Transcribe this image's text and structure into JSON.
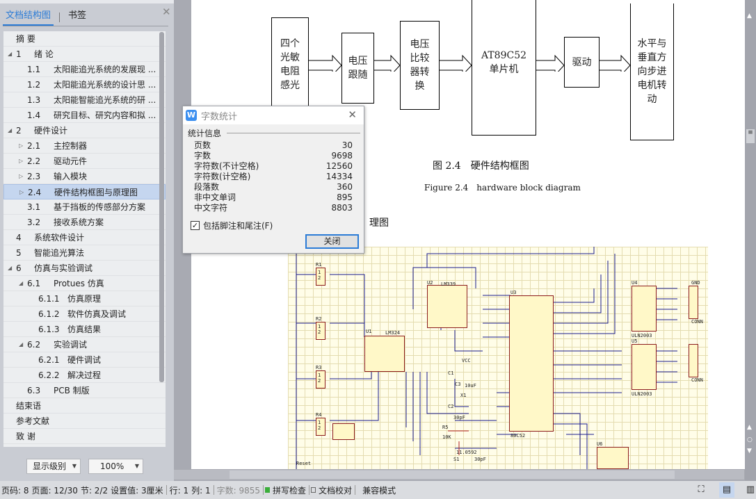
{
  "sidebar": {
    "tabs": [
      "文档结构图",
      "书签"
    ],
    "items": [
      {
        "num": "",
        "label": "摘  要",
        "level": 0,
        "arrow": ""
      },
      {
        "num": "1",
        "label": "绪  论",
        "level": 0,
        "arrow": "◢"
      },
      {
        "num": "1.1",
        "label": "太阳能追光系统的发展现 ...",
        "level": 1,
        "arrow": ""
      },
      {
        "num": "1.2",
        "label": "太阳能追光系统的设计思 ...",
        "level": 1,
        "arrow": ""
      },
      {
        "num": "1.3",
        "label": "太阳能智能追光系统的研 ...",
        "level": 1,
        "arrow": ""
      },
      {
        "num": "1.4",
        "label": "研究目标、研究内容和拟 ...",
        "level": 1,
        "arrow": ""
      },
      {
        "num": "2",
        "label": "硬件设计",
        "level": 0,
        "arrow": "◢"
      },
      {
        "num": "2.1",
        "label": "主控制器",
        "level": 1,
        "arrow": "▷"
      },
      {
        "num": "2.2",
        "label": "驱动元件",
        "level": 1,
        "arrow": "▷"
      },
      {
        "num": "2.3",
        "label": "输入模块",
        "level": 1,
        "arrow": "▷"
      },
      {
        "num": "2.4",
        "label": "硬件结构框图与原理图",
        "level": 1,
        "arrow": "▷",
        "selected": true
      },
      {
        "num": "3.1",
        "label": "基于挡板的传感部分方案",
        "level": 1,
        "arrow": ""
      },
      {
        "num": "3.2",
        "label": "接收系统方案",
        "level": 1,
        "arrow": ""
      },
      {
        "num": "4",
        "label": "系统软件设计",
        "level": 0,
        "arrow": ""
      },
      {
        "num": "5",
        "label": "智能追光算法",
        "level": 0,
        "arrow": ""
      },
      {
        "num": "6",
        "label": "仿真与实验调试",
        "level": 0,
        "arrow": "◢"
      },
      {
        "num": "6.1",
        "label": "Protues 仿真",
        "level": 1,
        "arrow": "◢"
      },
      {
        "num": "6.1.1",
        "label": "仿真原理",
        "level": 2,
        "arrow": ""
      },
      {
        "num": "6.1.2",
        "label": "软件仿真及调试",
        "level": 2,
        "arrow": ""
      },
      {
        "num": "6.1.3",
        "label": "仿真结果",
        "level": 2,
        "arrow": ""
      },
      {
        "num": "6.2",
        "label": "实验调试",
        "level": 1,
        "arrow": "◢"
      },
      {
        "num": "6.2.1",
        "label": "硬件调试",
        "level": 2,
        "arrow": ""
      },
      {
        "num": "6.2.2",
        "label": "解决过程",
        "level": 2,
        "arrow": ""
      },
      {
        "num": "6.3",
        "label": "PCB 制版",
        "level": 1,
        "arrow": ""
      },
      {
        "num": "",
        "label": "结束语",
        "level": 0,
        "arrow": ""
      },
      {
        "num": "",
        "label": "参考文献",
        "level": 0,
        "arrow": ""
      },
      {
        "num": "",
        "label": "致  谢",
        "level": 0,
        "arrow": ""
      }
    ],
    "level_select": "显示级别",
    "zoom_select": "100%"
  },
  "document": {
    "blocks": [
      "四个光敏电阻感光",
      "电压跟随",
      "电压比较器转换",
      "AT89C52单片机",
      "驱动",
      "水平与垂直方向步进电机转动"
    ],
    "block_lines": [
      [
        "四个",
        "光敏",
        "电阻",
        "感光"
      ],
      [
        "电压",
        "跟随"
      ],
      [
        "电压",
        "比较",
        "器转",
        "换"
      ],
      [
        "AT89C52",
        "单片机"
      ],
      [
        "驱动"
      ],
      [
        "水平与",
        "垂直方",
        "向步进",
        "电机转",
        "动"
      ]
    ],
    "caption_cn": "图 2.4　硬件结构框图",
    "caption_en": "Figure 2.4　hardware block diagram",
    "heading_partial": "理图",
    "schematic_labels": [
      "U1",
      "U2",
      "U3",
      "U4",
      "U5",
      "U6",
      "LM324",
      "LM339",
      "80C52",
      "ULN2003",
      "ULN2003",
      "R1",
      "R2",
      "R3",
      "R4",
      "R5",
      "10K",
      "C1",
      "C2",
      "C3",
      "30pF",
      "30pF",
      "10uF",
      "X1",
      "11.0592",
      "S1",
      "Reset",
      "VCC",
      "GND",
      "CONN",
      "CONN"
    ]
  },
  "dialog": {
    "title": "字数统计",
    "group": "统计信息",
    "stats": [
      [
        "页数",
        "30"
      ],
      [
        "字数",
        "9698"
      ],
      [
        "字符数(不计空格)",
        "12560"
      ],
      [
        "字符数(计空格)",
        "14334"
      ],
      [
        "段落数",
        "360"
      ],
      [
        "非中文单词",
        "895"
      ],
      [
        "中文字符",
        "8803"
      ]
    ],
    "checkbox_label": "包括脚注和尾注(F)",
    "checkbox_checked": true,
    "close_label": "关闭"
  },
  "status": {
    "page_code": "页码: 8",
    "page": "页面: 12/30",
    "section": "节: 2/2",
    "setting": "设置值: 3厘米",
    "row": "行: 1",
    "col": "列: 1",
    "words": "字数: 9855",
    "spell": "拼写检查",
    "proof": "文档校对",
    "compat": "兼容模式"
  }
}
